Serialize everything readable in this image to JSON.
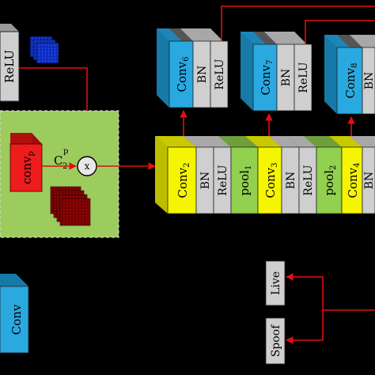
{
  "colors": {
    "background": "#000000",
    "relu_gray": "#cfcfcf",
    "conv_blue": "#29a9e0",
    "conv_yellow": "#f5f500",
    "pool_green": "#92d050",
    "attention_bg": "#9ccb5e",
    "conv_p_red": "#ee1c1c",
    "arrow_red": "#e01010"
  },
  "labels": {
    "relu": "ReLU",
    "bn": "BN",
    "conv": "Conv",
    "pool": "pool",
    "conv_p_base": "conv",
    "conv_p_sub": "p",
    "c_base": "C",
    "c_sub": "2",
    "c_sup": "p",
    "multiply": "x",
    "live": "Live",
    "spoof": "Spoof"
  },
  "subscripts": {
    "conv2": "2",
    "conv3": "3",
    "conv4": "4",
    "conv6": "6",
    "conv7": "7",
    "conv8": "8",
    "pool1": "1",
    "pool2": "2"
  },
  "icons": [
    "feature-map-stack-blue",
    "feature-map-stack-red",
    "multiply-node"
  ]
}
